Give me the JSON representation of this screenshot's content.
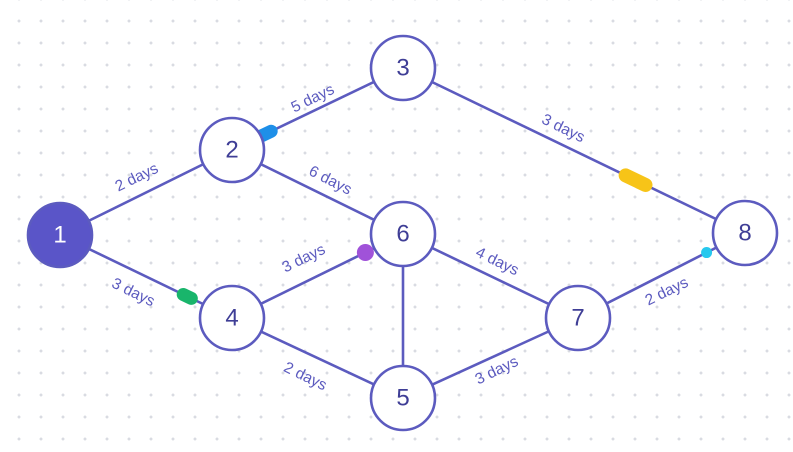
{
  "colors": {
    "line": "#5c5bbf",
    "start_fill": "#5a55c8",
    "node_fill": "#ffffff",
    "start_text": "#ffffff",
    "node_text": "#3f3e96"
  },
  "nodes": [
    {
      "id": "n1",
      "label": "1",
      "start": true
    },
    {
      "id": "n2",
      "label": "2"
    },
    {
      "id": "n3",
      "label": "3"
    },
    {
      "id": "n4",
      "label": "4"
    },
    {
      "id": "n5",
      "label": "5"
    },
    {
      "id": "n6",
      "label": "6"
    },
    {
      "id": "n7",
      "label": "7"
    },
    {
      "id": "n8",
      "label": "8"
    }
  ],
  "edges": [
    {
      "from": "n1",
      "to": "n2",
      "label": "2 days"
    },
    {
      "from": "n1",
      "to": "n4",
      "label": "3 days"
    },
    {
      "from": "n2",
      "to": "n3",
      "label": "5 days"
    },
    {
      "from": "n2",
      "to": "n6",
      "label": "6 days"
    },
    {
      "from": "n4",
      "to": "n6",
      "label": "3 days"
    },
    {
      "from": "n4",
      "to": "n5",
      "label": "2 days"
    },
    {
      "from": "n6",
      "to": "n5",
      "label": ""
    },
    {
      "from": "n3",
      "to": "n8",
      "label": "3 days"
    },
    {
      "from": "n6",
      "to": "n7",
      "label": "4 days"
    },
    {
      "from": "n5",
      "to": "n7",
      "label": "3 days"
    },
    {
      "from": "n7",
      "to": "n8",
      "label": "2 days"
    }
  ],
  "markers": [
    {
      "edge": "n2-n3",
      "color": "#1e8fe8",
      "shape": "capsule"
    },
    {
      "edge": "n1-n4",
      "color": "#19b56b",
      "shape": "capsule"
    },
    {
      "edge": "n4-n6",
      "color": "#a052d9",
      "shape": "dot"
    },
    {
      "edge": "n3-n8",
      "color": "#f7c418",
      "shape": "capsule"
    },
    {
      "edge": "n7-n8",
      "color": "#27c8ee",
      "shape": "dot"
    }
  ]
}
